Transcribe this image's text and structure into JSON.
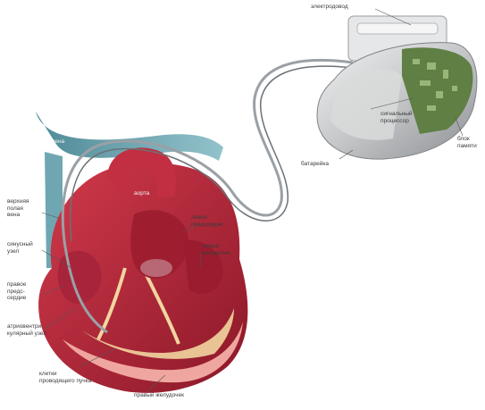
{
  "labels": {
    "electrode": "электродовод",
    "vein": "вена",
    "superior_vena_cava": "верхняя\nполая\nвена",
    "sinus_node": "синусный\nузел",
    "right_atrium": "правое\nпредс-\nсердие",
    "av_node": "атриовентри-\nкулярный узел",
    "bundle_cells": "клетки\nпроводящего пучка",
    "right_ventricle": "правый желудочек",
    "aorta": "аорта",
    "left_atrium": "левое\nпредсердие",
    "left_ventricle": "левый\nжелудочек",
    "battery": "батарейка",
    "signal_processor": "сигнальный\nпроцессор",
    "memory_block": "блок\nпамяти"
  },
  "colors": {
    "heart_red": "#b8283a",
    "heart_dark": "#7e1424",
    "myocardium_pink": "#f0a6a0",
    "conduction_yellow": "#f2d5a0",
    "vessel_teal": "#3e8a98",
    "device_silver": "#c9cbcd",
    "circuit_green": "#5f7f44"
  }
}
